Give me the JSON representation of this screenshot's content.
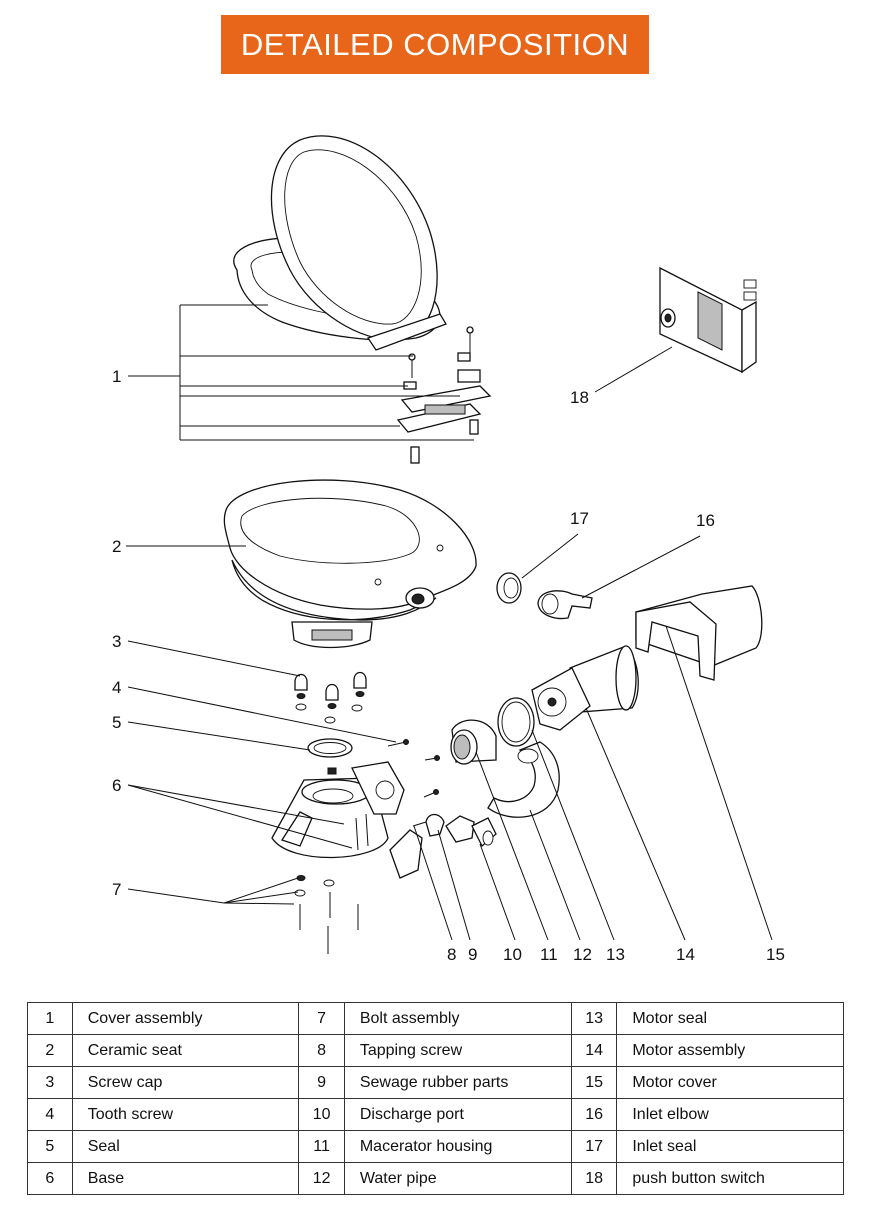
{
  "header": {
    "title": "DETAILED COMPOSITION"
  },
  "callouts": [
    "1",
    "2",
    "3",
    "4",
    "5",
    "6",
    "7",
    "8",
    "9",
    "10",
    "11",
    "12",
    "13",
    "14",
    "15",
    "16",
    "17",
    "18"
  ],
  "parts": [
    {
      "num": "1",
      "name": "Cover assembly"
    },
    {
      "num": "2",
      "name": "Ceramic seat"
    },
    {
      "num": "3",
      "name": "Screw cap"
    },
    {
      "num": "4",
      "name": "Tooth screw"
    },
    {
      "num": "5",
      "name": "Seal"
    },
    {
      "num": "6",
      "name": "Base"
    },
    {
      "num": "7",
      "name": "Bolt assembly"
    },
    {
      "num": "8",
      "name": "Tapping screw"
    },
    {
      "num": "9",
      "name": "Sewage rubber parts"
    },
    {
      "num": "10",
      "name": "Discharge port"
    },
    {
      "num": "11",
      "name": "Macerator housing"
    },
    {
      "num": "12",
      "name": "Water pipe"
    },
    {
      "num": "13",
      "name": "Motor seal"
    },
    {
      "num": "14",
      "name": "Motor assembly"
    },
    {
      "num": "15",
      "name": "Motor cover"
    },
    {
      "num": "16",
      "name": "Inlet elbow"
    },
    {
      "num": "17",
      "name": "Inlet seal"
    },
    {
      "num": "18",
      "name": "push button switch"
    }
  ]
}
